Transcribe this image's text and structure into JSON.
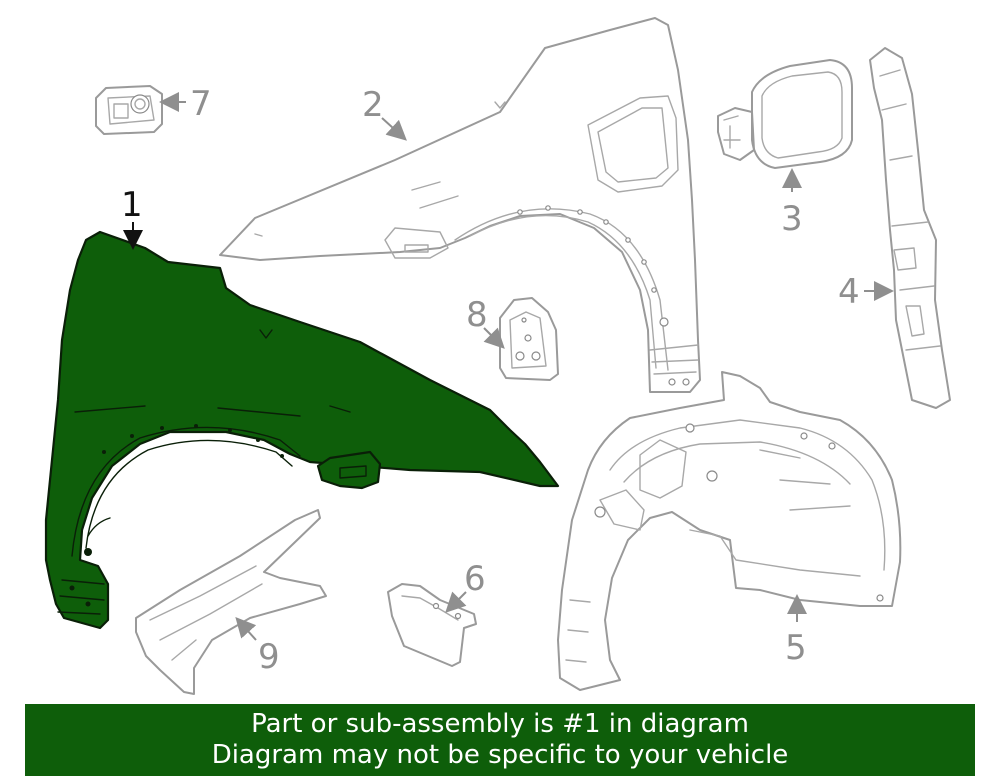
{
  "callouts": {
    "c1": "1",
    "c2": "2",
    "c3": "3",
    "c4": "4",
    "c5": "5",
    "c6": "6",
    "c7": "7",
    "c8": "8",
    "c9": "9"
  },
  "highlighted_part": "1",
  "colors": {
    "highlight": "#0e5e0a",
    "outline": "#9a9a9a",
    "banner_bg": "#0e5e0a",
    "banner_text": "#ffffff"
  },
  "banner": {
    "line1": "Part or sub-assembly is #1 in diagram",
    "line2": "Diagram may not be specific to your vehicle"
  }
}
